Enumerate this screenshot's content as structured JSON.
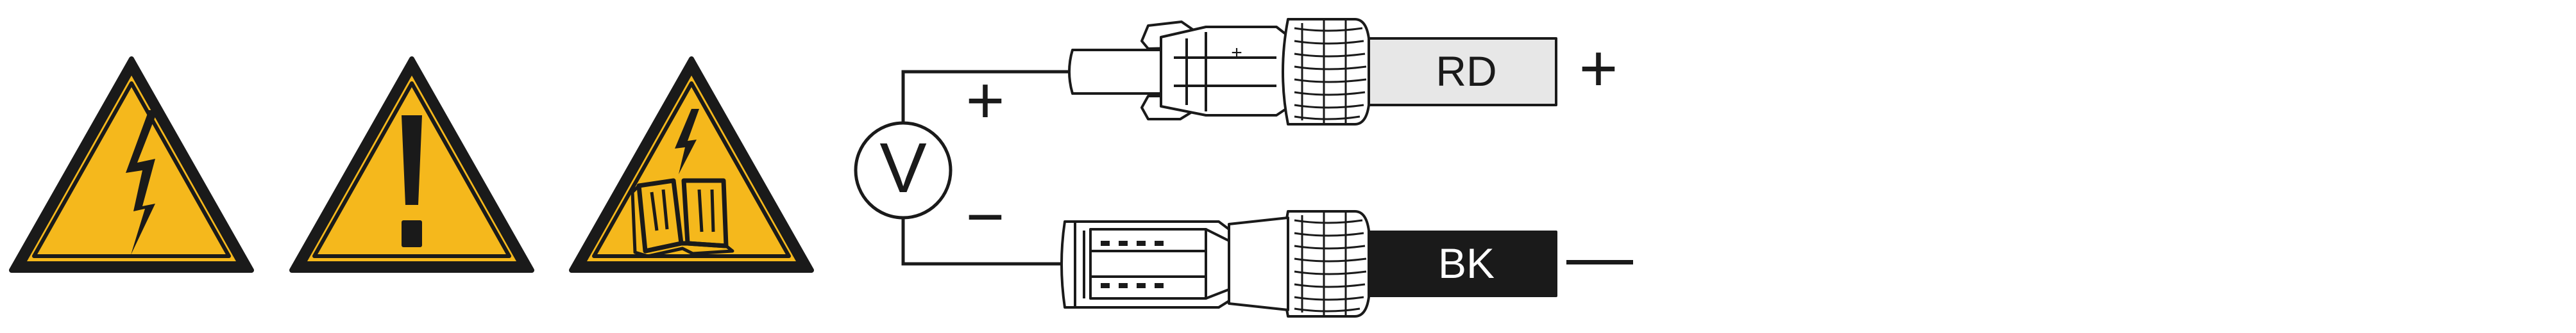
{
  "warnings": [
    {
      "name": "electric-shock-warning-icon",
      "icon": "lightning-bolt"
    },
    {
      "name": "general-warning-icon",
      "icon": "exclamation-mark"
    },
    {
      "name": "read-manual-warning-icon",
      "icon": "lightning-open-book"
    }
  ],
  "voltmeter": {
    "symbol": "V"
  },
  "measurement": {
    "plus_sign": "+",
    "minus_sign": "−"
  },
  "connectors": {
    "positive": {
      "cable_label": "RD",
      "polarity": "+",
      "housing_mark": "+"
    },
    "negative": {
      "cable_label": "BK",
      "polarity": "—"
    }
  },
  "colors": {
    "warning_yellow": "#F5B81C",
    "red_cable": "#E7E7E7",
    "black_cable": "#1A1A1A",
    "stroke": "#1A1A1A"
  }
}
